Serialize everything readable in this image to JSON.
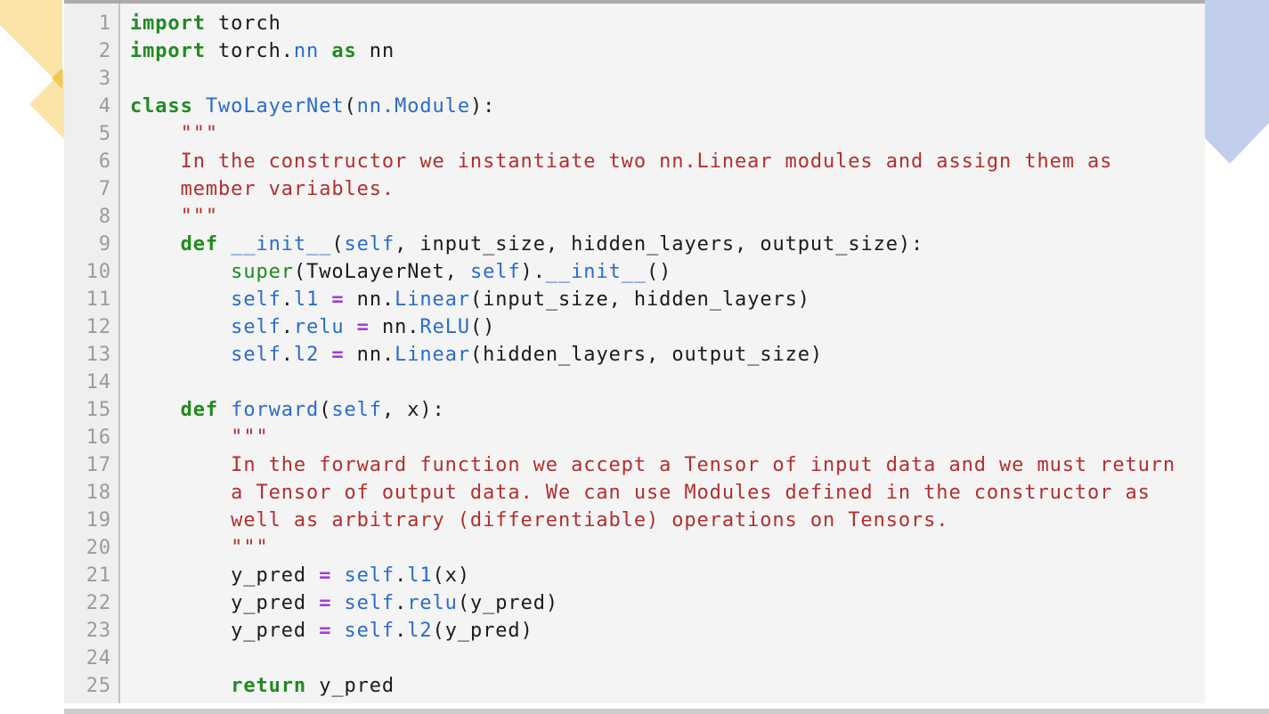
{
  "palette": {
    "page_bg": "#ffffff",
    "code_bg": "#f4f4f4",
    "gutter_bg": "#efefef",
    "gutter_border": "#c4c4c4",
    "line_number": "#9b9b9b",
    "text": "#1b1b1b",
    "keyword": "#218a21",
    "builtin": "#218a21",
    "name": "#2b6cc9",
    "self": "#2b6cc9",
    "string": "#b22f2f",
    "operator": "#a43bd6",
    "decor_yellow": "#fae4a8",
    "decor_gold": "#f4c952",
    "decor_blue": "#c2cfec",
    "strip_top": "#ababab",
    "strip_bottom": "#cbcbcb"
  },
  "code": {
    "language": "python",
    "lines": [
      {
        "number": "1",
        "tokens": [
          [
            "kw",
            "import"
          ],
          [
            "pl",
            " torch"
          ]
        ]
      },
      {
        "number": "2",
        "tokens": [
          [
            "kw",
            "import"
          ],
          [
            "pl",
            " torch."
          ],
          [
            "nm",
            "nn"
          ],
          [
            "pl",
            " "
          ],
          [
            "kw",
            "as"
          ],
          [
            "pl",
            " nn"
          ]
        ]
      },
      {
        "number": "3",
        "tokens": []
      },
      {
        "number": "4",
        "tokens": [
          [
            "kw",
            "class"
          ],
          [
            "pl",
            " "
          ],
          [
            "nm",
            "TwoLayerNet"
          ],
          [
            "pl",
            "("
          ],
          [
            "nm",
            "nn.Module"
          ],
          [
            "pl",
            "):"
          ]
        ]
      },
      {
        "number": "5",
        "tokens": [
          [
            "pl",
            "    "
          ],
          [
            "st",
            "\"\"\""
          ]
        ]
      },
      {
        "number": "6",
        "tokens": [
          [
            "pl",
            "    "
          ],
          [
            "st",
            "In the constructor we instantiate two nn.Linear modules and assign them as"
          ]
        ]
      },
      {
        "number": "7",
        "tokens": [
          [
            "pl",
            "    "
          ],
          [
            "st",
            "member variables."
          ]
        ]
      },
      {
        "number": "8",
        "tokens": [
          [
            "pl",
            "    "
          ],
          [
            "st",
            "\"\"\""
          ]
        ]
      },
      {
        "number": "9",
        "tokens": [
          [
            "pl",
            "    "
          ],
          [
            "kw",
            "def"
          ],
          [
            "pl",
            " "
          ],
          [
            "nm",
            "__init__"
          ],
          [
            "pl",
            "("
          ],
          [
            "sf",
            "self"
          ],
          [
            "pl",
            ", input_size, hidden_layers, output_size):"
          ]
        ]
      },
      {
        "number": "10",
        "tokens": [
          [
            "pl",
            "        "
          ],
          [
            "bi",
            "super"
          ],
          [
            "pl",
            "(TwoLayerNet, "
          ],
          [
            "sf",
            "self"
          ],
          [
            "pl",
            ")."
          ],
          [
            "nm",
            "__init__"
          ],
          [
            "pl",
            "()"
          ]
        ]
      },
      {
        "number": "11",
        "tokens": [
          [
            "pl",
            "        "
          ],
          [
            "sf",
            "self"
          ],
          [
            "pl",
            "."
          ],
          [
            "nm",
            "l1"
          ],
          [
            "pl",
            " "
          ],
          [
            "op",
            "="
          ],
          [
            "pl",
            " nn."
          ],
          [
            "nm",
            "Linear"
          ],
          [
            "pl",
            "(input_size, hidden_layers)"
          ]
        ]
      },
      {
        "number": "12",
        "tokens": [
          [
            "pl",
            "        "
          ],
          [
            "sf",
            "self"
          ],
          [
            "pl",
            "."
          ],
          [
            "nm",
            "relu"
          ],
          [
            "pl",
            " "
          ],
          [
            "op",
            "="
          ],
          [
            "pl",
            " nn."
          ],
          [
            "nm",
            "ReLU"
          ],
          [
            "pl",
            "()"
          ]
        ]
      },
      {
        "number": "13",
        "tokens": [
          [
            "pl",
            "        "
          ],
          [
            "sf",
            "self"
          ],
          [
            "pl",
            "."
          ],
          [
            "nm",
            "l2"
          ],
          [
            "pl",
            " "
          ],
          [
            "op",
            "="
          ],
          [
            "pl",
            " nn."
          ],
          [
            "nm",
            "Linear"
          ],
          [
            "pl",
            "(hidden_layers, output_size)"
          ]
        ]
      },
      {
        "number": "14",
        "tokens": []
      },
      {
        "number": "15",
        "tokens": [
          [
            "pl",
            "    "
          ],
          [
            "kw",
            "def"
          ],
          [
            "pl",
            " "
          ],
          [
            "nm",
            "forward"
          ],
          [
            "pl",
            "("
          ],
          [
            "sf",
            "self"
          ],
          [
            "pl",
            ", x):"
          ]
        ]
      },
      {
        "number": "16",
        "tokens": [
          [
            "pl",
            "        "
          ],
          [
            "st",
            "\"\"\""
          ]
        ]
      },
      {
        "number": "17",
        "tokens": [
          [
            "pl",
            "        "
          ],
          [
            "st",
            "In the forward function we accept a Tensor of input data and we must return"
          ]
        ]
      },
      {
        "number": "18",
        "tokens": [
          [
            "pl",
            "        "
          ],
          [
            "st",
            "a Tensor of output data. We can use Modules defined in the constructor as"
          ]
        ]
      },
      {
        "number": "19",
        "tokens": [
          [
            "pl",
            "        "
          ],
          [
            "st",
            "well as arbitrary (differentiable) operations on Tensors."
          ]
        ]
      },
      {
        "number": "20",
        "tokens": [
          [
            "pl",
            "        "
          ],
          [
            "st",
            "\"\"\""
          ]
        ]
      },
      {
        "number": "21",
        "tokens": [
          [
            "pl",
            "        y_pred "
          ],
          [
            "op",
            "="
          ],
          [
            "pl",
            " "
          ],
          [
            "sf",
            "self"
          ],
          [
            "pl",
            "."
          ],
          [
            "nm",
            "l1"
          ],
          [
            "pl",
            "(x)"
          ]
        ]
      },
      {
        "number": "22",
        "tokens": [
          [
            "pl",
            "        y_pred "
          ],
          [
            "op",
            "="
          ],
          [
            "pl",
            " "
          ],
          [
            "sf",
            "self"
          ],
          [
            "pl",
            "."
          ],
          [
            "nm",
            "relu"
          ],
          [
            "pl",
            "(y_pred)"
          ]
        ]
      },
      {
        "number": "23",
        "tokens": [
          [
            "pl",
            "        y_pred "
          ],
          [
            "op",
            "="
          ],
          [
            "pl",
            " "
          ],
          [
            "sf",
            "self"
          ],
          [
            "pl",
            "."
          ],
          [
            "nm",
            "l2"
          ],
          [
            "pl",
            "(y_pred)"
          ]
        ]
      },
      {
        "number": "24",
        "tokens": []
      },
      {
        "number": "25",
        "tokens": [
          [
            "pl",
            "        "
          ],
          [
            "kw",
            "return"
          ],
          [
            "pl",
            " y_pred"
          ]
        ]
      }
    ]
  }
}
